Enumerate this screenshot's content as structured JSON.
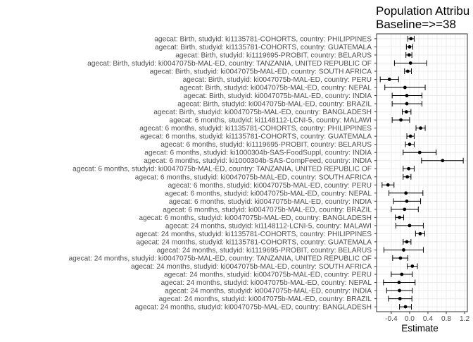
{
  "chart_data": {
    "type": "scatter",
    "title_lines": [
      "Population Attribu",
      "Baseline=>=38"
    ],
    "xlabel": "Estimate",
    "ylabel": "",
    "xlim": [
      -0.72,
      1.26
    ],
    "x_ticks": [
      -0.4,
      -0.2,
      0.0,
      0.2,
      0.4,
      0.6,
      0.8,
      1.0,
      1.2
    ],
    "x_tick_labels": [
      "-0.4",
      "0.0",
      "0.4",
      "0.8",
      "1.2"
    ],
    "x_tick_label_values": [
      -0.4,
      0.0,
      0.4,
      0.8,
      1.2
    ],
    "grid": true,
    "error_bars": true,
    "marker_color": "#000000",
    "rows": [
      {
        "label": "agecat: Birth, studyid: ki1135781-COHORTS, country: PHILIPPINES",
        "estimate": 0.03,
        "lower": -0.04,
        "upper": 0.1
      },
      {
        "label": "agecat: Birth, studyid: ki1135781-COHORTS, country: GUATEMALA",
        "estimate": 0.0,
        "lower": -0.07,
        "upper": 0.07
      },
      {
        "label": "agecat: Birth, studyid: ki1119695-PROBIT, country: BELARUS",
        "estimate": -0.01,
        "lower": -0.08,
        "upper": 0.05
      },
      {
        "label": "agecat: Birth, studyid: ki0047075b-MAL-ED, country: TANZANIA, UNITED REPUBLIC OF",
        "estimate": 0.02,
        "lower": -0.33,
        "upper": 0.37
      },
      {
        "label": "agecat: Birth, studyid: ki0047075b-MAL-ED, country: SOUTH AFRICA",
        "estimate": -0.04,
        "lower": -0.11,
        "upper": 0.04
      },
      {
        "label": "agecat: Birth, studyid: ki0047075b-MAL-ED, country: PERU",
        "estimate": -0.44,
        "lower": -0.64,
        "upper": -0.24
      },
      {
        "label": "agecat: Birth, studyid: ki0047075b-MAL-ED, country: NEPAL",
        "estimate": -0.1,
        "lower": -0.54,
        "upper": 0.34
      },
      {
        "label": "agecat: Birth, studyid: ki0047075b-MAL-ED, country: INDIA",
        "estimate": -0.06,
        "lower": -0.38,
        "upper": 0.27
      },
      {
        "label": "agecat: Birth, studyid: ki0047075b-MAL-ED, country: BRAZIL",
        "estimate": -0.06,
        "lower": -0.38,
        "upper": 0.27
      },
      {
        "label": "agecat: Birth, studyid: ki0047075b-MAL-ED, country: BANGLADESH",
        "estimate": -0.07,
        "lower": -0.16,
        "upper": 0.03
      },
      {
        "label": "agecat: 6 months, studyid: ki1148112-LCNI-5, country: MALAWI",
        "estimate": -0.19,
        "lower": -0.38,
        "upper": 0.0
      },
      {
        "label": "agecat: 6 months, studyid: ki1135781-COHORTS, country: PHILIPPINES",
        "estimate": 0.24,
        "lower": 0.14,
        "upper": 0.34
      },
      {
        "label": "agecat: 6 months, studyid: ki1135781-COHORTS, country: GUATEMALA",
        "estimate": 0.02,
        "lower": -0.06,
        "upper": 0.1
      },
      {
        "label": "agecat: 6 months, studyid: ki1119695-PROBIT, country: BELARUS",
        "estimate": 0.0,
        "lower": -0.09,
        "upper": 0.1
      },
      {
        "label": "agecat: 6 months, studyid: ki1000304b-SAS-FoodSuppl, country: INDIA",
        "estimate": 0.22,
        "lower": -0.14,
        "upper": 0.58
      },
      {
        "label": "agecat: 6 months, studyid: ki1000304b-SAS-CompFeed, country: INDIA",
        "estimate": 0.72,
        "lower": 0.26,
        "upper": 1.17
      },
      {
        "label": "agecat: 6 months, studyid: ki0047075b-MAL-ED, country: TANZANIA, UNITED REPUBLIC OF",
        "estimate": -0.02,
        "lower": -0.14,
        "upper": 0.1
      },
      {
        "label": "agecat: 6 months, studyid: ki0047075b-MAL-ED, country: SOUTH AFRICA",
        "estimate": -0.05,
        "lower": -0.14,
        "upper": 0.03
      },
      {
        "label": "agecat: 6 months, studyid: ki0047075b-MAL-ED, country: PERU",
        "estimate": -0.47,
        "lower": -0.6,
        "upper": -0.34
      },
      {
        "label": "agecat: 6 months, studyid: ki0047075b-MAL-ED, country: NEPAL",
        "estimate": -0.08,
        "lower": -0.45,
        "upper": 0.29
      },
      {
        "label": "agecat: 6 months, studyid: ki0047075b-MAL-ED, country: INDIA",
        "estimate": -0.06,
        "lower": -0.35,
        "upper": 0.24
      },
      {
        "label": "agecat: 6 months, studyid: ki0047075b-MAL-ED, country: BRAZIL",
        "estimate": -0.11,
        "lower": -0.4,
        "upper": 0.19
      },
      {
        "label": "agecat: 6 months, studyid: ki0047075b-MAL-ED, country: BANGLADESH",
        "estimate": -0.22,
        "lower": -0.31,
        "upper": -0.13
      },
      {
        "label": "agecat: 24 months, studyid: ki1148112-LCNI-5, country: MALAWI",
        "estimate": 0.0,
        "lower": -0.3,
        "upper": 0.3
      },
      {
        "label": "agecat: 24 months, studyid: ki1135781-COHORTS, country: PHILIPPINES",
        "estimate": 0.23,
        "lower": 0.13,
        "upper": 0.33
      },
      {
        "label": "agecat: 24 months, studyid: ki1135781-COHORTS, country: GUATEMALA",
        "estimate": -0.06,
        "lower": -0.14,
        "upper": 0.03
      },
      {
        "label": "agecat: 24 months, studyid: ki1119695-PROBIT, country: BELARUS",
        "estimate": -0.13,
        "lower": -0.56,
        "upper": 0.3
      },
      {
        "label": "agecat: 24 months, studyid: ki0047075b-MAL-ED, country: TANZANIA, UNITED REPUBLIC OF",
        "estimate": -0.2,
        "lower": -0.37,
        "upper": -0.04
      },
      {
        "label": "agecat: 24 months, studyid: ki0047075b-MAL-ED, country: SOUTH AFRICA",
        "estimate": 0.06,
        "lower": -0.05,
        "upper": 0.17
      },
      {
        "label": "agecat: 24 months, studyid: ki0047075b-MAL-ED, country: PERU",
        "estimate": -0.17,
        "lower": -0.4,
        "upper": 0.06
      },
      {
        "label": "agecat: 24 months, studyid: ki0047075b-MAL-ED, country: NEPAL",
        "estimate": -0.23,
        "lower": -0.57,
        "upper": 0.12
      },
      {
        "label": "agecat: 24 months, studyid: ki0047075b-MAL-ED, country: INDIA",
        "estimate": -0.22,
        "lower": -0.5,
        "upper": 0.06
      },
      {
        "label": "agecat: 24 months, studyid: ki0047075b-MAL-ED, country: BRAZIL",
        "estimate": -0.21,
        "lower": -0.46,
        "upper": 0.05
      },
      {
        "label": "agecat: 24 months, studyid: ki0047075b-MAL-ED, country: BANGLADESH",
        "estimate": -0.09,
        "lower": -0.22,
        "upper": 0.04
      }
    ]
  }
}
